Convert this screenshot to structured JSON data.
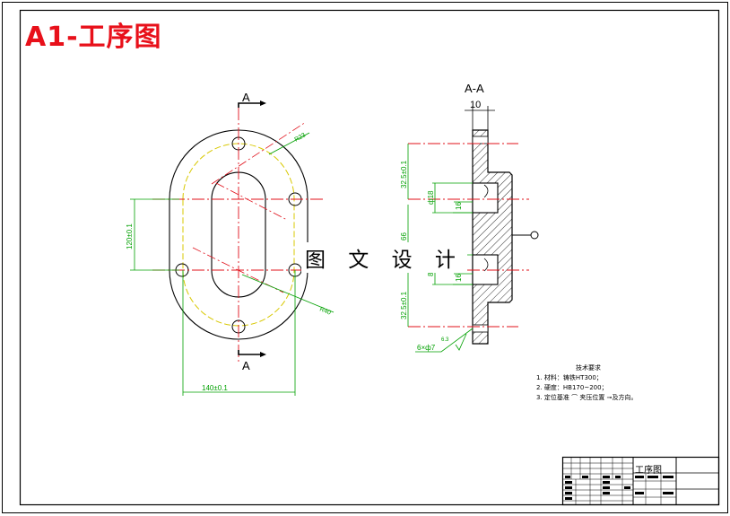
{
  "title": "A1-工序图",
  "watermark": "图 文 设 计",
  "plan_view": {
    "section_mark_top": "A",
    "section_mark_bottom": "A",
    "dim_radius_top": "R23",
    "dim_vertical": "120±0.1",
    "dim_horizontal": "140±0.1",
    "dim_radius_bottom": "R40"
  },
  "section_view": {
    "title": "A-A",
    "dim_thickness": "10",
    "dim_upper_offset": "32.5±0.1",
    "dim_upper_hole": "ф18",
    "dim_upper_depth": "16",
    "dim_mid": "66",
    "dim_lower_small": "8",
    "dim_lower_depth": "16",
    "dim_lower_offset": "32.5±0.1",
    "dim_holes": "6×ф7",
    "dim_roughness": "6.3"
  },
  "notes": {
    "heading": "技术要求",
    "lines": [
      "1. 材料：铸铁HT300；",
      "2. 硬度：HB170~200；",
      "3. 定位基准 ⌒ 夹压位置 ⊸及方向。"
    ]
  },
  "title_block": {
    "name": "工序图"
  }
}
